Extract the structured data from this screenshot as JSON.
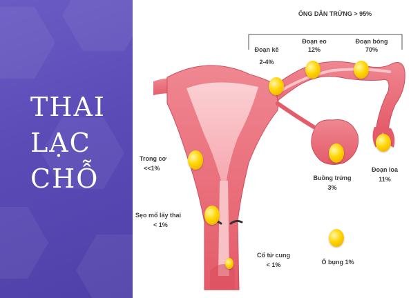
{
  "title": {
    "line1": "THAI",
    "line2": "LẠC",
    "line3": "CHỖ"
  },
  "colors": {
    "panel": "#5a4bb7",
    "tissue": "#ea6d79",
    "tissue_light": "#f7b3b8",
    "marker": "#ffd400"
  },
  "labels": {
    "tube_total": "ỐNG DẪN TRỨNG > 95%",
    "interstitial_name": "Đoạn kẽ",
    "interstitial_pct": "2-4%",
    "isthmus_name": "Đoạn eo",
    "isthmus_pct": "12%",
    "ampulla_name": "Đoạn bóng",
    "ampulla_pct": "70%",
    "intramural_name": "Trong cơ",
    "intramural_pct": "<<1%",
    "scar_name": "Sẹo mổ lấy thai",
    "scar_pct": "< 1%",
    "ovary_name": "Buồng trứng",
    "ovary_pct": "3%",
    "fimbria_name": "Đoạn loa",
    "fimbria_pct": "11%",
    "cervix_name": "Cổ tử cung",
    "cervix_pct": "< 1%",
    "abdominal": "Ổ bụng 1%"
  },
  "markers": [
    "interstitial-marker",
    "isthmus-marker",
    "ampulla-marker",
    "intramural-marker",
    "ovary-marker",
    "fimbria-marker",
    "scar-marker",
    "cervix-marker",
    "abdominal-marker"
  ]
}
